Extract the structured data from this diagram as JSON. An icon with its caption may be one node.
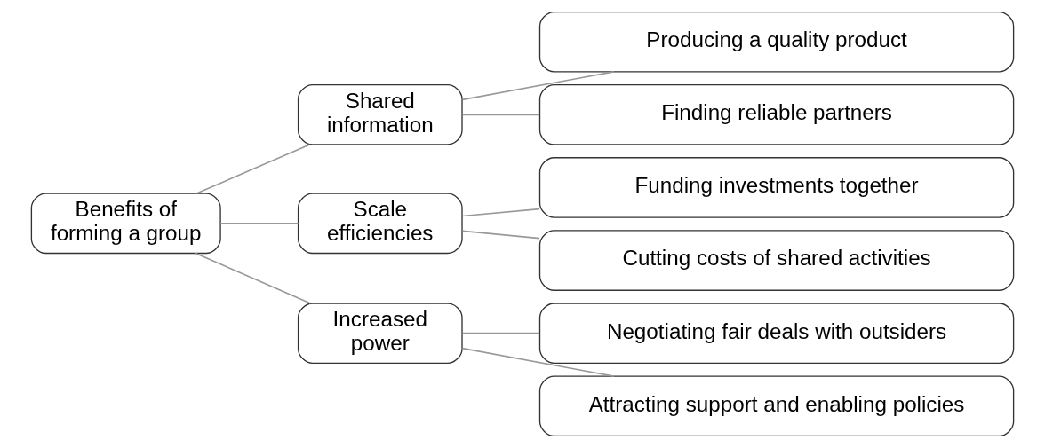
{
  "diagram": {
    "nodes": [
      {
        "text": [
          "Benefits of forming a group"
        ]
      },
      {
        "text": [
          "Shared information"
        ]
      },
      {
        "text": [
          "Scale efficiencies"
        ]
      },
      {
        "text": [
          "Increased power"
        ]
      },
      {
        "text": [
          "Producing a quality product"
        ]
      },
      {
        "text": [
          "Finding reliable partners"
        ]
      },
      {
        "text": [
          "Funding investments together"
        ]
      },
      {
        "text": [
          "Cutting costs of shared activities"
        ]
      },
      {
        "text": [
          "Negotiating fair deals with outsiders"
        ]
      },
      {
        "text": [
          "Attracting support and enabling policies"
        ]
      }
    ],
    "edges": [
      {
        "from": 0,
        "to": 1,
        "arrow": "none"
      },
      {
        "from": 0,
        "to": 2,
        "arrow": "none"
      },
      {
        "from": 0,
        "to": 3,
        "arrow": "none"
      },
      {
        "from": 1,
        "to": 4,
        "arrow": "none"
      },
      {
        "from": 1,
        "to": 5,
        "arrow": "none"
      },
      {
        "from": 2,
        "to": 6,
        "arrow": "none"
      },
      {
        "from": 2,
        "to": 7,
        "arrow": "none"
      },
      {
        "from": 3,
        "to": 8,
        "arrow": "none"
      },
      {
        "from": 3,
        "to": 9,
        "arrow": "none"
      }
    ]
  }
}
